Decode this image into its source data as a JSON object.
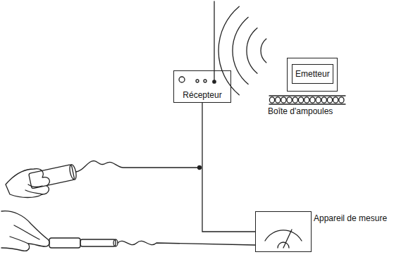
{
  "diagram": {
    "nodes": [
      {
        "text": [
          "Emetteur"
        ]
      },
      {
        "text": [
          "Récepteur"
        ]
      },
      {
        "text": [
          "Appareil de mesure"
        ]
      }
    ],
    "edges": [
      {
        "from": 1,
        "to": 2,
        "arrow": "none"
      }
    ],
    "labels": [
      "Boîte d'ampoules"
    ]
  }
}
